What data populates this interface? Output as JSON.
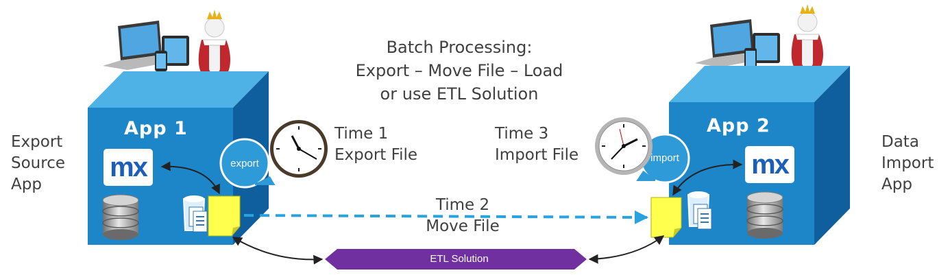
{
  "heading": {
    "line1": "Batch Processing:",
    "line2": "Export – Move File – Load",
    "line3": "or use ETL Solution"
  },
  "left_label": "Export\nSource\nApp",
  "right_label": "Data\nImport\nApp",
  "app1": {
    "title": "App 1",
    "logo": "mx",
    "bubble": "export"
  },
  "app2": {
    "title": "App 2",
    "logo": "mx",
    "bubble": "import"
  },
  "time1": {
    "line1": "Time 1",
    "line2": "Export File"
  },
  "time2": {
    "line1": "Time 2",
    "line2": "Move File"
  },
  "time3": {
    "line1": "Time 3",
    "line2": "Import File"
  },
  "etl": {
    "label": "ETL Solution"
  },
  "colors": {
    "cube_front": "#1d86c8",
    "cube_top": "#4fb2e6",
    "cube_side": "#0f5f9e",
    "bubble": "#2f9ad8",
    "dashed_arrow": "#28a3e0",
    "etl": "#7030a0",
    "file": "#ffff4d",
    "text": "#404040"
  },
  "icons": [
    "laptop-icon",
    "tablet-icon",
    "phone-icon",
    "king-figure-icon",
    "clock-icon",
    "database-icon",
    "documents-icon",
    "file-icon"
  ]
}
